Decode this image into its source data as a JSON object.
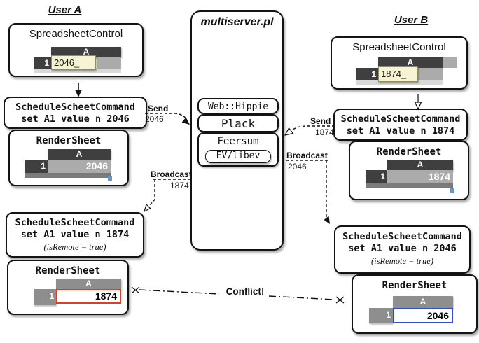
{
  "user_a": {
    "label": "User A",
    "control": {
      "title": "SpreadsheetControl",
      "col": "A",
      "row": "1",
      "editing": "2046_"
    },
    "local_command": {
      "name": "ScheduleScheetCommand",
      "args": "set A1 value n 2046"
    },
    "local_sheet": {
      "title": "RenderSheet",
      "col": "A",
      "row": "1",
      "value": "2046"
    },
    "remote_command": {
      "name": "ScheduleScheetCommand",
      "args": "set A1 value n 1874",
      "note": "(isRemote = true)"
    },
    "remote_sheet": {
      "title": "RenderSheet",
      "col": "A",
      "row": "1",
      "value": "1874"
    }
  },
  "user_b": {
    "label": "User B",
    "control": {
      "title": "SpreadsheetControl",
      "col": "A",
      "row": "1",
      "editing": "1874_"
    },
    "local_command": {
      "name": "ScheduleScheetCommand",
      "args": "set A1 value n 1874"
    },
    "local_sheet": {
      "title": "RenderSheet",
      "col": "A",
      "row": "1",
      "value": "1874"
    },
    "remote_command": {
      "name": "ScheduleScheetCommand",
      "args": "set A1 value n 2046",
      "note": "(isRemote = true)"
    },
    "remote_sheet": {
      "title": "RenderSheet",
      "col": "A",
      "row": "1",
      "value": "2046"
    }
  },
  "server": {
    "title": "multiserver.pl",
    "stack": {
      "hippie": "Web::Hippie",
      "plack": "Plack",
      "feersum": "Feersum",
      "ev": "EV/libev"
    }
  },
  "messages": {
    "send_a": {
      "label": "Send",
      "value": "2046"
    },
    "send_b": {
      "label": "Send",
      "value": "1874"
    },
    "broadcast_a": {
      "label": "Broadcast",
      "value": "1874"
    },
    "broadcast_b": {
      "label": "Broadcast",
      "value": "2046"
    },
    "conflict": {
      "label": "Conflict!"
    }
  },
  "colors": {
    "dark_cell": "#3f3f3f",
    "gray_cell": "#ababab",
    "medium_gray_cell": "#8e8e8e",
    "editing_cell_bg": "#f7f4d3",
    "conflict_red": "#e23b28",
    "conflict_blue": "#2b50d4",
    "resize_handle_blue": "#5b9bd5"
  }
}
